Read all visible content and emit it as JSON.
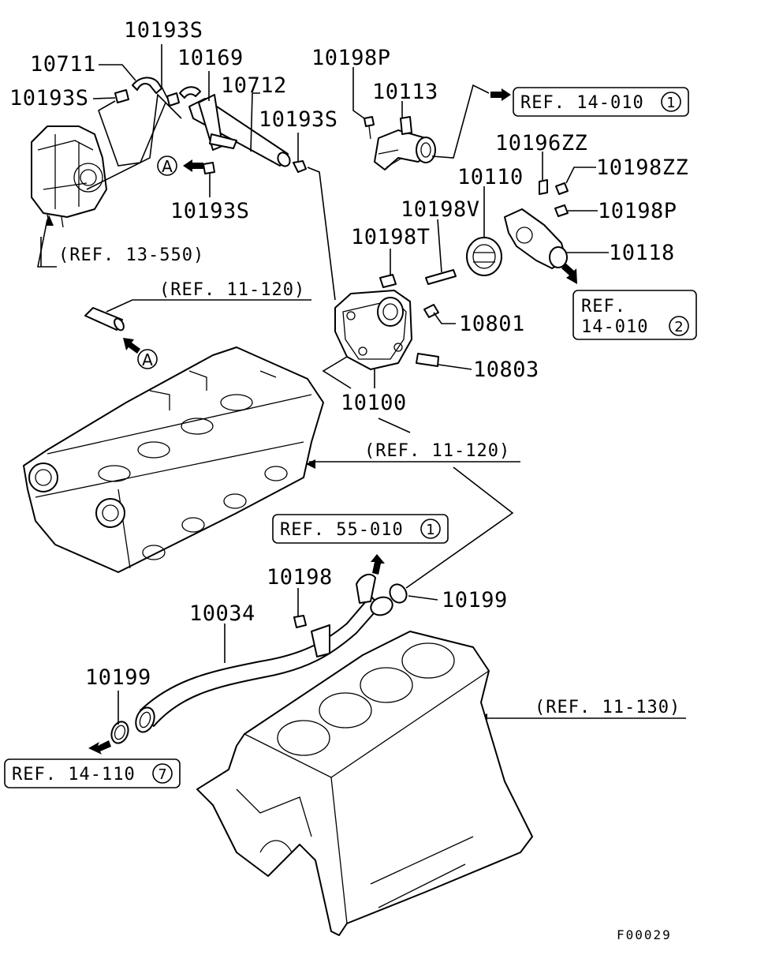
{
  "parts": {
    "p10193S_top": "10193S",
    "p10711": "10711",
    "p10169": "10169",
    "p10712": "10712",
    "p10193S_left": "10193S",
    "p10193S_mid": "10193S",
    "p10193S_bottom": "10193S",
    "p10198P_top": "10198P",
    "p10113": "10113",
    "p10196ZZ": "10196ZZ",
    "p10198ZZ": "10198ZZ",
    "p10110": "10110",
    "p10198V": "10198V",
    "p10198P_right": "10198P",
    "p10198T": "10198T",
    "p10118": "10118",
    "p10801": "10801",
    "p10803": "10803",
    "p10100": "10100",
    "p10198": "10198",
    "p10199_right": "10199",
    "p10034": "10034",
    "p10199_left": "10199"
  },
  "refs": {
    "ref_13_550": "(REF. 13-550)",
    "ref_11_120_top": "(REF. 11-120)",
    "ref_11_120_mid": "(REF. 11-120)",
    "ref_11_130": "(REF. 11-130)",
    "ref_14_010_1": "REF. 14-010",
    "ref_14_010_1_num": "1",
    "ref_14_010_2_line1": "REF.",
    "ref_14_010_2_line2": "14-010",
    "ref_14_010_2_num": "2",
    "ref_55_010": "REF. 55-010",
    "ref_55_010_num": "1",
    "ref_14_110": "REF. 14-110",
    "ref_14_110_num": "7"
  },
  "markers": {
    "a_upper": "A",
    "a_lower": "A"
  },
  "figure_code": "F00029"
}
